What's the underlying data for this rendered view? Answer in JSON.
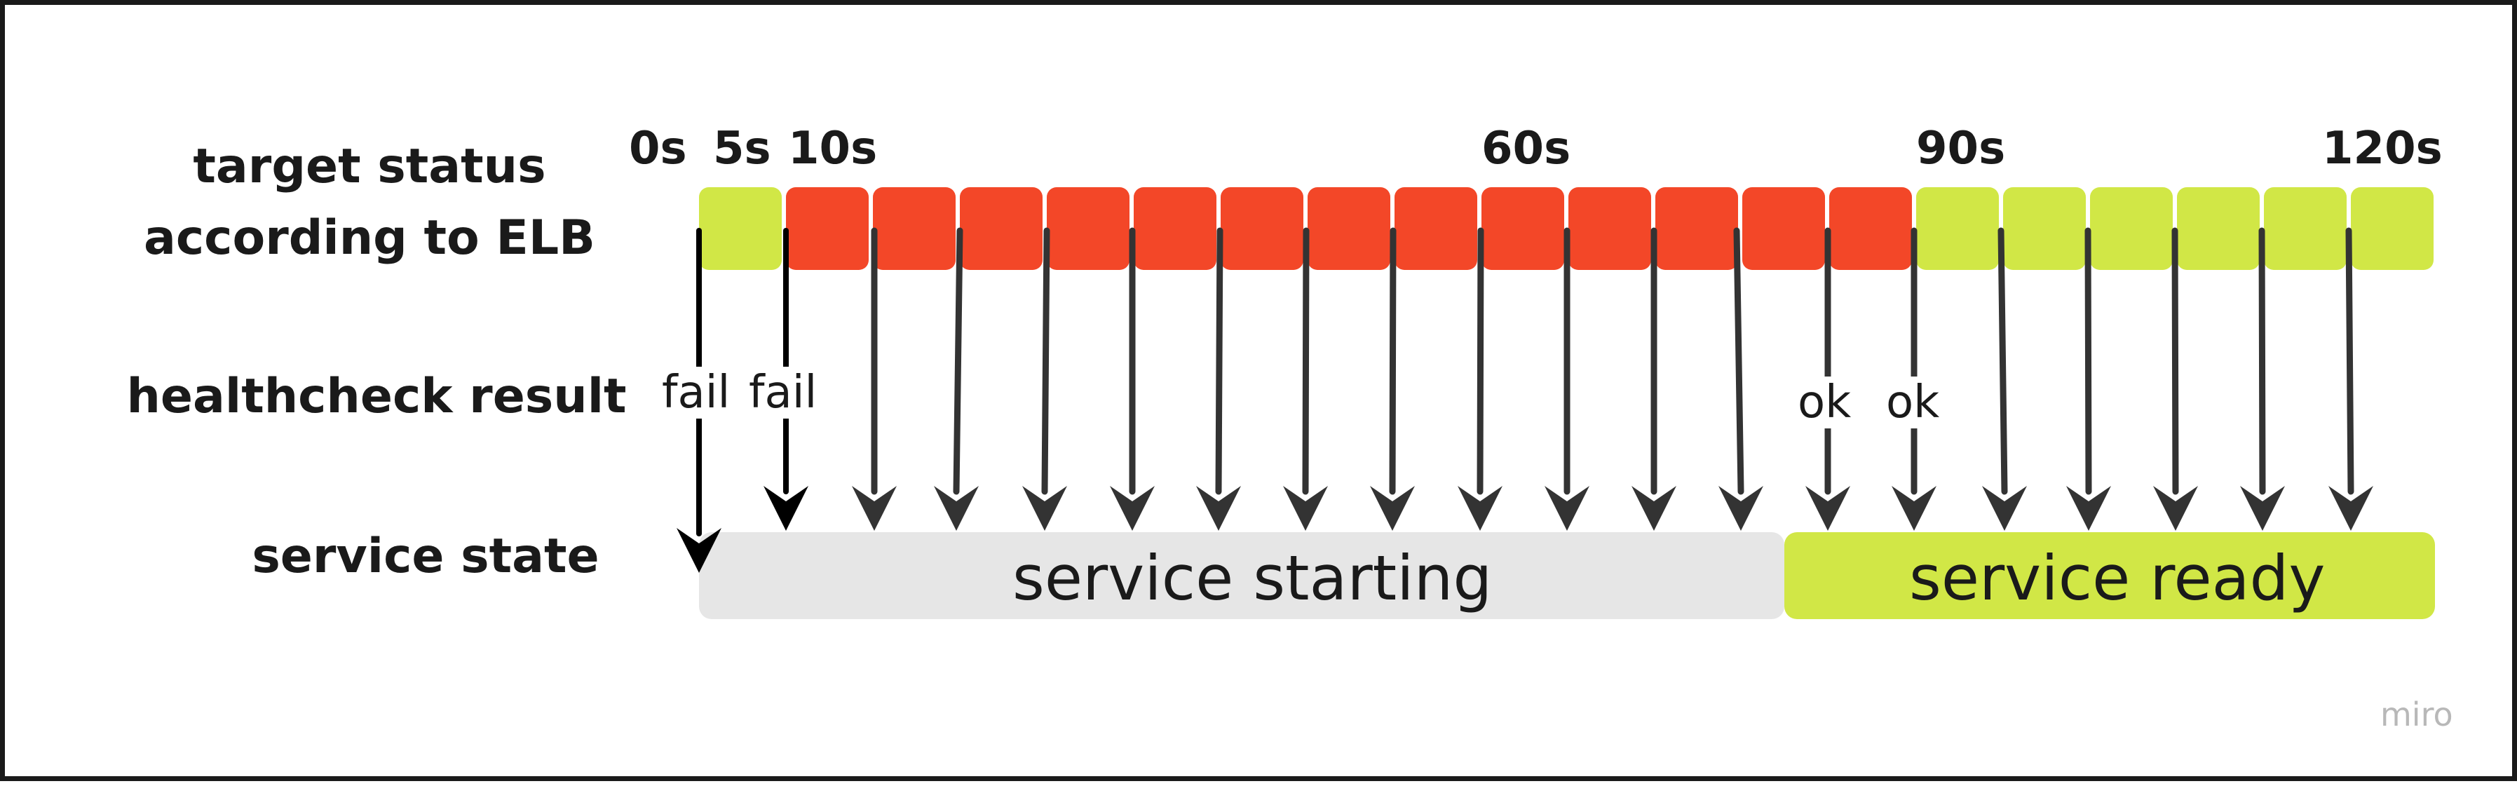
{
  "labels": {
    "row1_line1": "target status",
    "row1_line2": "according to ELB",
    "row2": "healthcheck result",
    "row3": "service state"
  },
  "time_ticks": [
    "0s",
    "5s",
    "10s",
    "60s",
    "90s",
    "120s"
  ],
  "target_status": [
    "healthy",
    "unhealthy",
    "unhealthy",
    "unhealthy",
    "unhealthy",
    "unhealthy",
    "unhealthy",
    "unhealthy",
    "unhealthy",
    "unhealthy",
    "unhealthy",
    "unhealthy",
    "unhealthy",
    "unhealthy",
    "healthy",
    "healthy",
    "healthy",
    "healthy",
    "healthy",
    "healthy"
  ],
  "healthcheck_results": [
    "fail",
    "fail",
    "ok",
    "ok"
  ],
  "service_states": [
    "service starting",
    "service ready"
  ],
  "brand": "miro",
  "colors": {
    "healthy": "#d1e746",
    "unhealthy": "#f34728",
    "starting": "#e6e6e6",
    "ready": "#d1e746",
    "ink": "#333333"
  }
}
